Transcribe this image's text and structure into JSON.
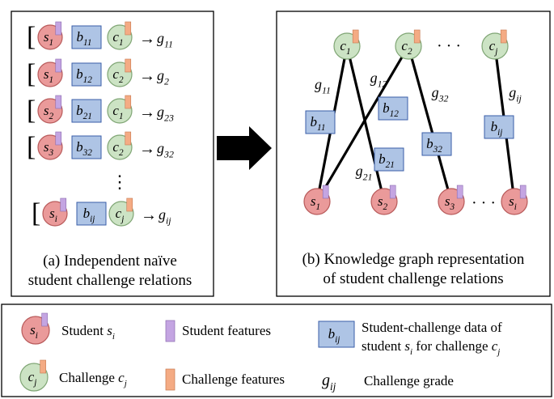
{
  "colors": {
    "student_fill": "#ea9a9a",
    "student_stroke": "#b85a5a",
    "challenge_fill": "#cce3c4",
    "challenge_stroke": "#7fa574",
    "data_fill": "#aec4e5",
    "data_stroke": "#3a5ea8",
    "student_feature": "#c4a5e2",
    "challenge_feature": "#f4ab84",
    "edge": "#000000"
  },
  "panel_a": {
    "rows": [
      {
        "s": "s",
        "s_sub": "1",
        "b": "b",
        "b_sub": "11",
        "c": "c",
        "c_sub": "1",
        "g": "g",
        "g_sub": "11"
      },
      {
        "s": "s",
        "s_sub": "1",
        "b": "b",
        "b_sub": "12",
        "c": "c",
        "c_sub": "2",
        "g": "g",
        "g_sub": "2"
      },
      {
        "s": "s",
        "s_sub": "2",
        "b": "b",
        "b_sub": "21",
        "c": "c",
        "c_sub": "1",
        "g": "g",
        "g_sub": "23"
      },
      {
        "s": "s",
        "s_sub": "3",
        "b": "b",
        "b_sub": "32",
        "c": "c",
        "c_sub": "2",
        "g": "g",
        "g_sub": "32"
      },
      {
        "s": "s",
        "s_sub": "i",
        "b": "b",
        "b_sub": "ij",
        "c": "c",
        "c_sub": "j",
        "g": "g",
        "g_sub": "ij"
      }
    ],
    "bracket": "[",
    "arrow": "→",
    "dots_v": "⋮",
    "caption_line1": "(a) Independent naïve",
    "caption_line2": "student challenge relations"
  },
  "panel_b": {
    "challenges": [
      {
        "label": "c",
        "sub": "1"
      },
      {
        "label": "c",
        "sub": "2"
      },
      {
        "label": "c",
        "sub": "j"
      }
    ],
    "students": [
      {
        "label": "s",
        "sub": "1"
      },
      {
        "label": "s",
        "sub": "2"
      },
      {
        "label": "s",
        "sub": "3"
      },
      {
        "label": "s",
        "sub": "i"
      }
    ],
    "data_boxes": [
      {
        "label": "b",
        "sub": "11"
      },
      {
        "label": "b",
        "sub": "12"
      },
      {
        "label": "b",
        "sub": "21"
      },
      {
        "label": "b",
        "sub": "32"
      },
      {
        "label": "b",
        "sub": "ij"
      }
    ],
    "grades": [
      {
        "label": "g",
        "sub": "11"
      },
      {
        "label": "g",
        "sub": "12"
      },
      {
        "label": "g",
        "sub": "32"
      },
      {
        "label": "g",
        "sub": "ij"
      },
      {
        "label": "g",
        "sub": "21"
      }
    ],
    "dots_h": "· · ·",
    "caption_line1": "(b) Knowledge graph representation",
    "caption_line2": "of student challenge relations"
  },
  "legend": {
    "student_symbol": "s",
    "student_symbol_sub": "i",
    "student_text": "Student",
    "student_var": "s",
    "student_var_sub": "i",
    "student_features": "Student features",
    "data_symbol": "b",
    "data_symbol_sub": "ij",
    "data_text_line1": "Student-challenge data of",
    "data_text_line2_a": "student",
    "data_text_line2_var": "s",
    "data_text_line2_var_sub": "i",
    "data_text_line2_b": "for challenge",
    "data_text_line2_var2": "c",
    "data_text_line2_var2_sub": "j",
    "challenge_symbol": "c",
    "challenge_symbol_sub": "j",
    "challenge_text": "Challenge",
    "challenge_var": "c",
    "challenge_var_sub": "j",
    "challenge_features": "Challenge features",
    "grade_symbol": "g",
    "grade_symbol_sub": "ij",
    "grade_text": "Challenge grade"
  }
}
